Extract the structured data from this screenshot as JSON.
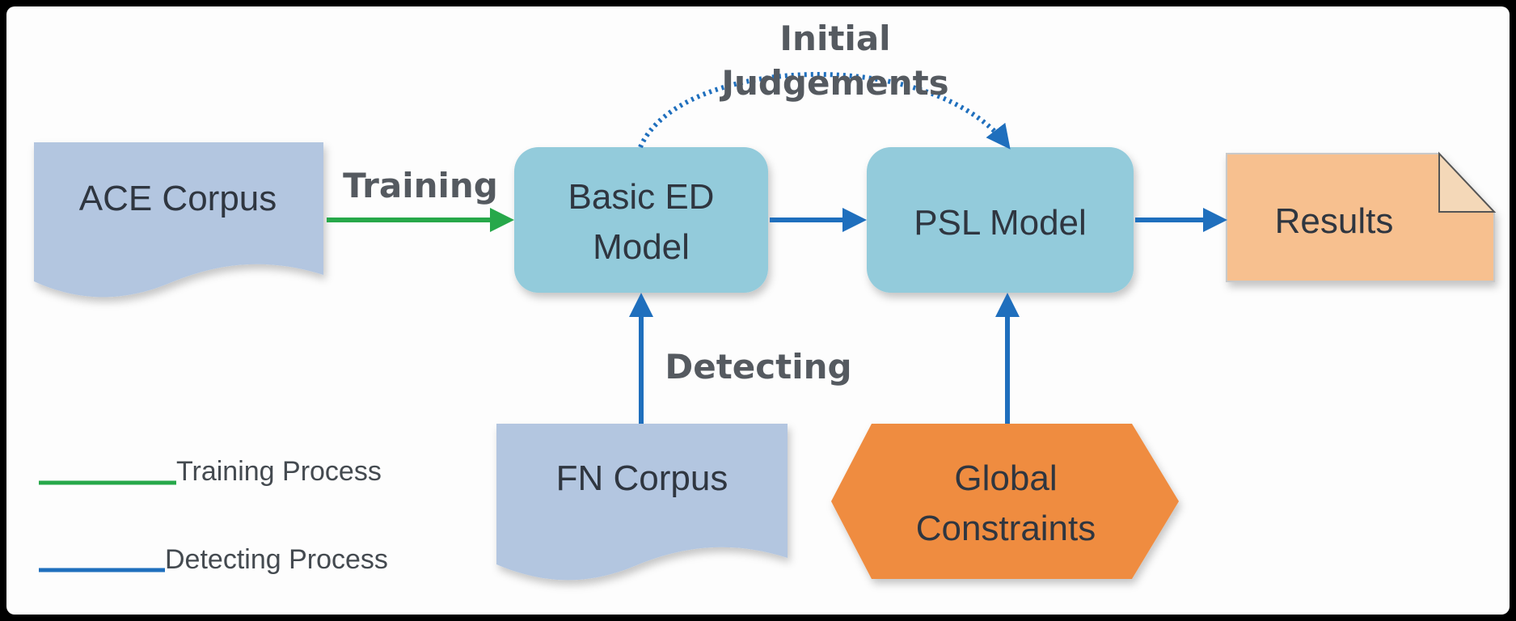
{
  "nodes": {
    "ace_corpus": {
      "label": "ACE Corpus"
    },
    "basic_ed_model": {
      "label_line1": "Basic ED",
      "label_line2": "Model"
    },
    "psl_model": {
      "label": "PSL Model"
    },
    "results": {
      "label": "Results"
    },
    "fn_corpus": {
      "label": "FN Corpus"
    },
    "global_constraints": {
      "label_line1": "Global",
      "label_line2": "Constraints"
    }
  },
  "edges": {
    "training": {
      "label": "Training"
    },
    "initial_judgements": {
      "label_line1": "Initial",
      "label_line2": "Judgements"
    },
    "detecting": {
      "label": "Detecting"
    }
  },
  "legend": {
    "training_process": "Training Process",
    "detecting_process": "Detecting Process"
  },
  "colors": {
    "document_fill": "#b3c6e0",
    "model_fill": "#93cbdb",
    "results_fill": "#f7c08f",
    "constraints_fill": "#ef8c3f",
    "training_arrow": "#27a84a",
    "detecting_arrow": "#1f6fbd"
  }
}
